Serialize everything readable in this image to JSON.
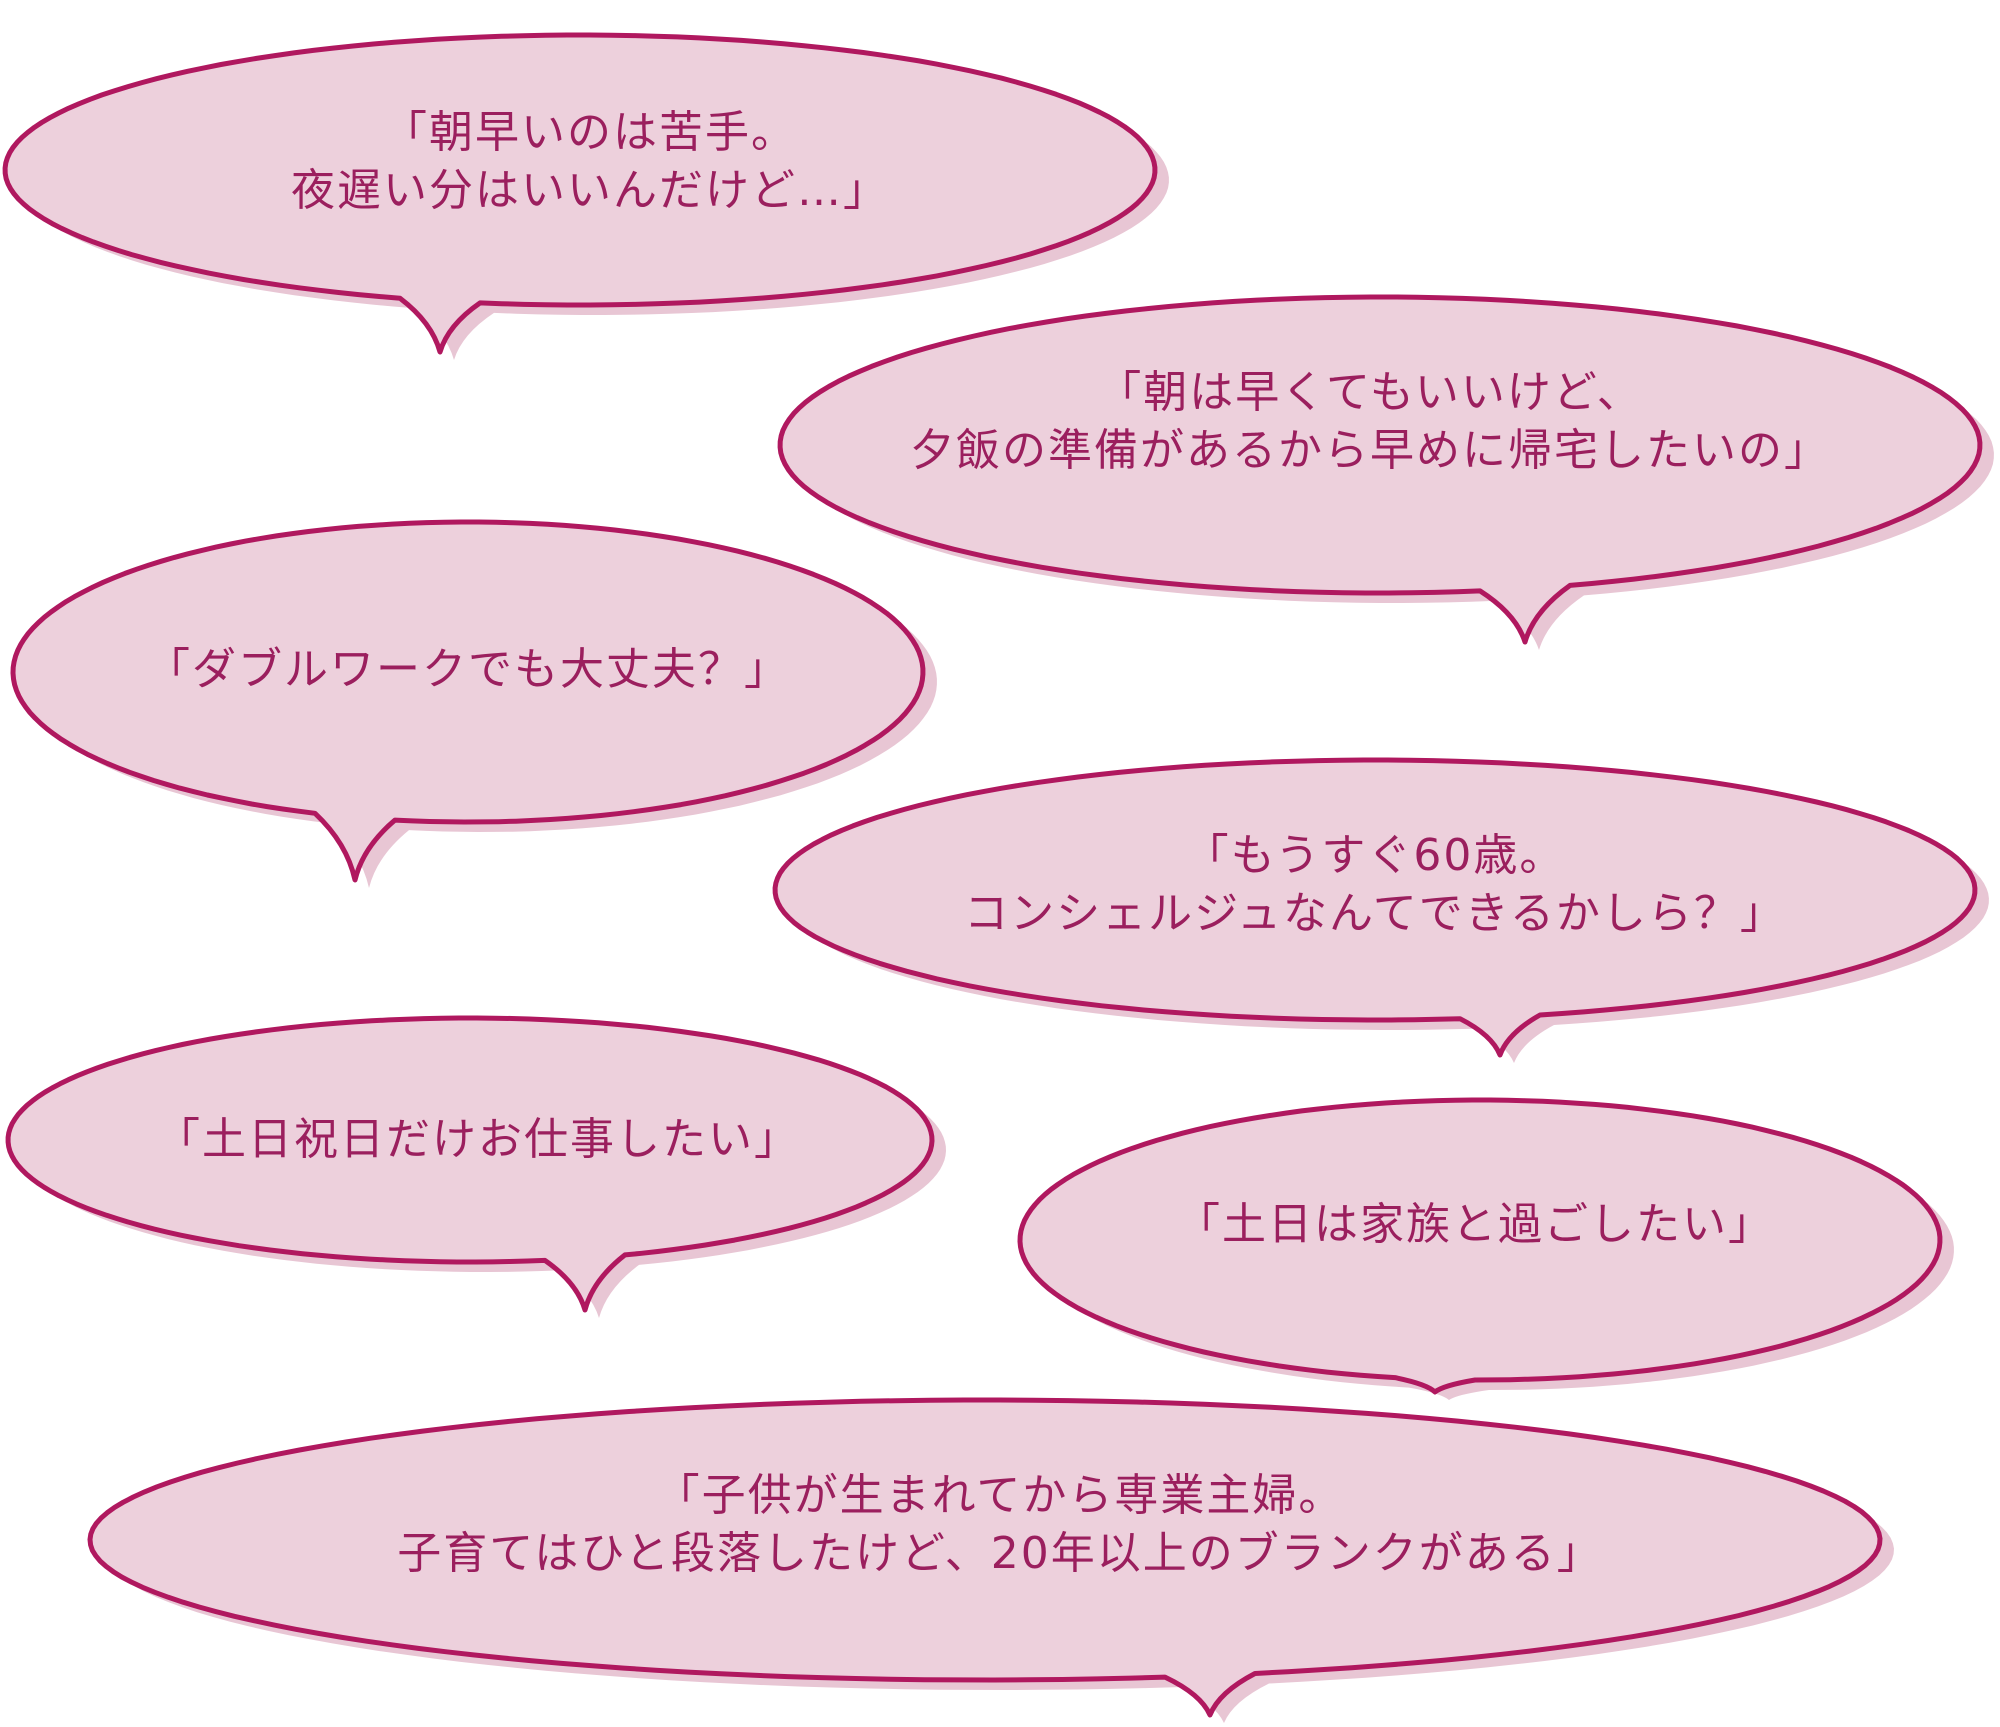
{
  "colors": {
    "fill": "#edd0dc",
    "stroke": "#b0185f",
    "shadow": "#e8c6d4",
    "text": "#9b1f5e"
  },
  "bubbles": [
    {
      "lines": [
        "「朝早いのは苦手。",
        "夜遅い分はいいんだけど…」"
      ]
    },
    {
      "lines": [
        "「朝は早くてもいいけど、",
        "夕飯の準備があるから早めに帰宅したいの」"
      ]
    },
    {
      "lines": [
        "「ダブルワークでも大丈夫？」"
      ]
    },
    {
      "lines": [
        "「もうすぐ60歳。",
        "コンシェルジュなんてできるかしら？」"
      ]
    },
    {
      "lines": [
        "「土日祝日だけお仕事したい」"
      ]
    },
    {
      "lines": [
        "「土日は家族と過ごしたい」"
      ]
    },
    {
      "lines": [
        "「子供が生まれてから専業主婦。",
        "子育てはひと段落したけど、20年以上のブランクがある」"
      ]
    }
  ]
}
